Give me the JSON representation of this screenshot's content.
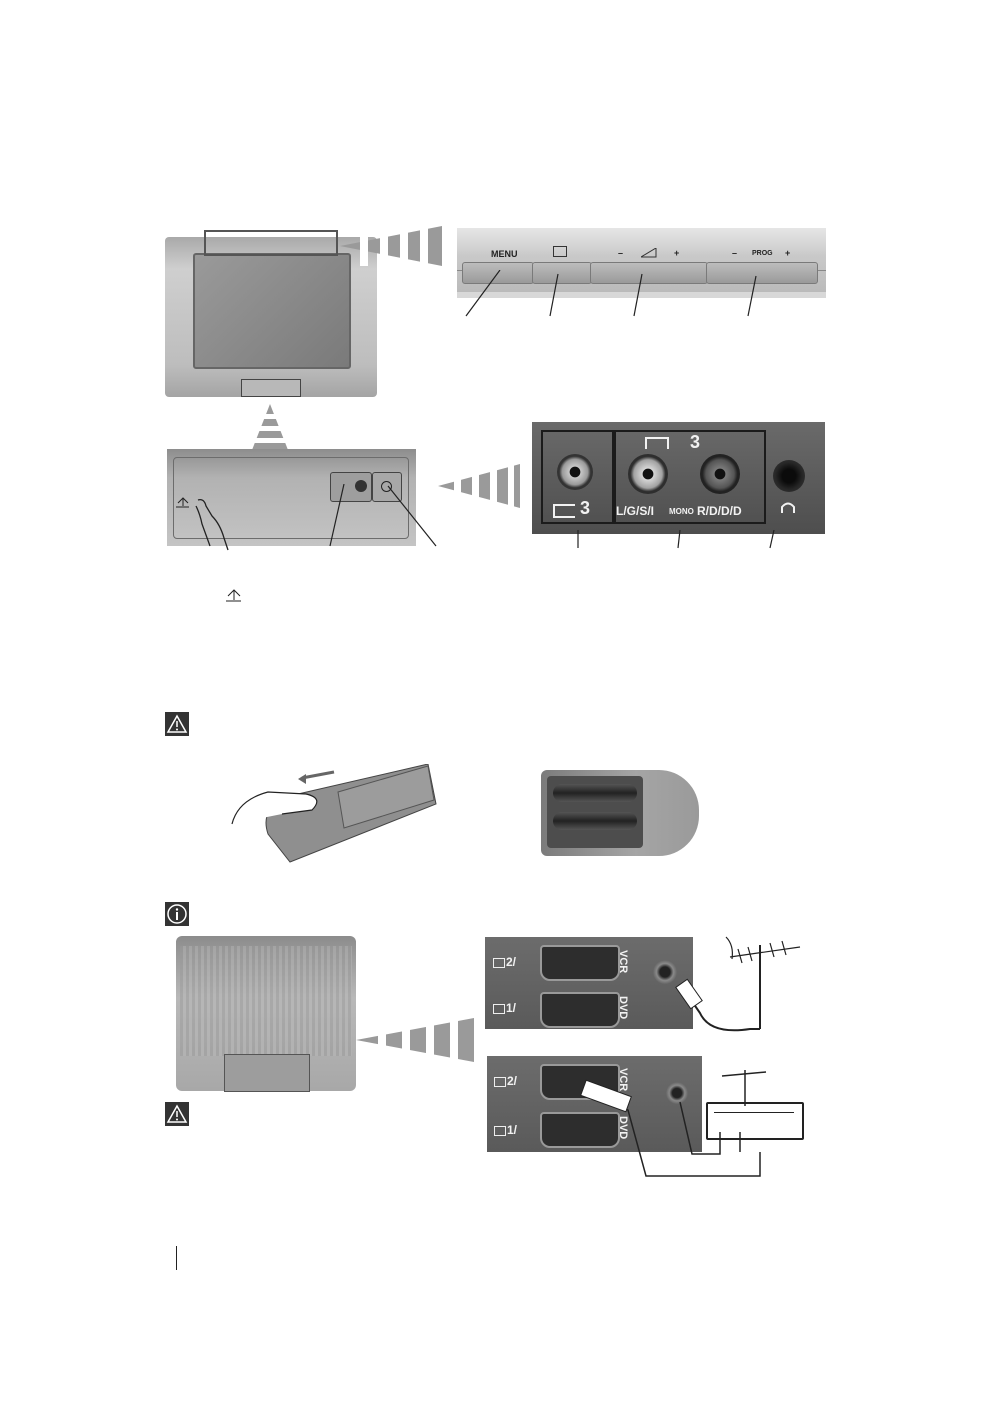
{
  "front_panel": {
    "menu_label": "MENU",
    "volume_minus": "–",
    "volume_plus": "+",
    "prog_minus": "–",
    "prog_label": "PROG",
    "prog_plus": "+"
  },
  "av_panel": {
    "input_label": "3",
    "input_label_bottom": "3",
    "left_label": "L/G/S/I",
    "mono_label": "MONO",
    "right_label": "R/D/D/D"
  },
  "rear_panel": {
    "scart2_label": "2/",
    "scart1_label": "1/",
    "vcr_label": "VCR",
    "dvd_label": "DVD"
  },
  "colors": {
    "panel_dark": "#5a5a5a",
    "ink": "#111111"
  },
  "icons": [
    "warning-icon",
    "info-icon",
    "open-arrow-icon",
    "headphone-icon",
    "input-icon",
    "antenna-icon"
  ]
}
